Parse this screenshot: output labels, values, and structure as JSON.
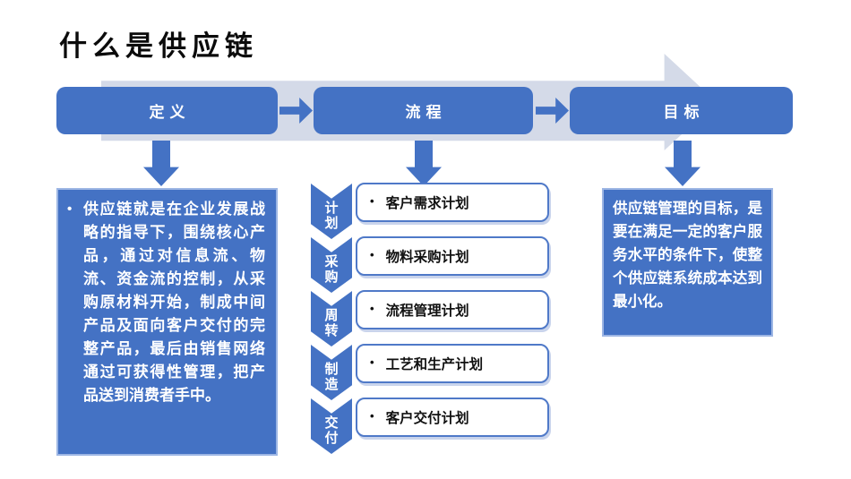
{
  "slide": {
    "title": "什么是供应链",
    "flow": {
      "steps": [
        {
          "label": "定义"
        },
        {
          "label": "流程"
        },
        {
          "label": "目标"
        }
      ]
    },
    "definition_box": {
      "bullet": "•",
      "text": "供应链就是在企业发展战略的指导下，围绕核心产品，通过对信息流、物流、资金流的控制，从采购原材料开始，制成中间产品及面向客户交付的完整产品，最后由销售网络通过可获得性管理，把产品送到消费者手中。"
    },
    "process_column": {
      "bullet": "•",
      "stages": [
        {
          "stage": "计划",
          "plan": "客户需求计划"
        },
        {
          "stage": "采购",
          "plan": "物料采购计划"
        },
        {
          "stage": "周转",
          "plan": "流程管理计划"
        },
        {
          "stage": "制造",
          "plan": "工艺和生产计划"
        },
        {
          "stage": "交付",
          "plan": "客户交付计划"
        }
      ]
    },
    "goal_box": {
      "text": "供应链管理的目标，是要在满足一定的客户服务水平的条件下，使整个供应链系统成本达到最小化。"
    },
    "colors": {
      "accent_blue": "#4472C4",
      "band_lavender": "#D4DAE8",
      "light_border": "#9DB6E4"
    }
  }
}
